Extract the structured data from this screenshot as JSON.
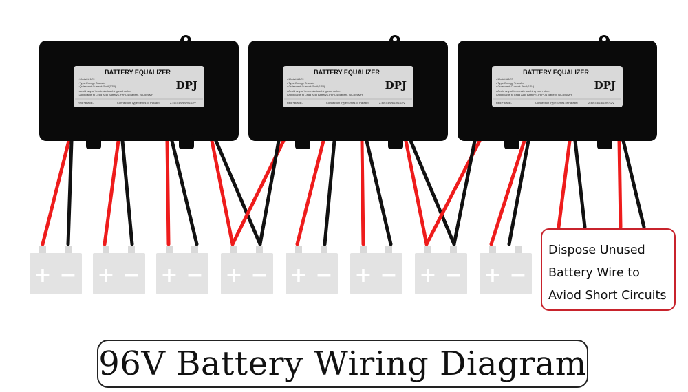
{
  "equalizers": [
    {
      "title": "BATTERY EQUALIZER",
      "brand": "DPJ",
      "spec_lines": [
        "• Model:HA02",
        "• Type:Energy Transfer",
        "• Quiescent Current: 5mA(12V)"
      ],
      "warning_lines": [
        "• Avoid any of terminals touching each other",
        "• Applicable to Lead Acid Battery,LiFePO4 Battery, NiCd/NiMH"
      ],
      "footer_left": "Red:+Black:-",
      "footer_mid": "Connection Type:Series or Parallel",
      "footer_right": "2.4V/3.6V/6V/9V/12V"
    },
    {
      "title": "BATTERY EQUALIZER",
      "brand": "DPJ",
      "spec_lines": [
        "• Model:HA02",
        "• Type:Energy Transfer",
        "• Quiescent Current: 5mA(12V)"
      ],
      "warning_lines": [
        "• Avoid any of terminals touching each other",
        "• Applicable to Lead Acid Battery,LiFePO4 Battery, NiCd/NiMH"
      ],
      "footer_left": "Red:+Black:-",
      "footer_mid": "Connection Type:Series or Parallel",
      "footer_right": "2.4V/3.6V/6V/9V/12V"
    },
    {
      "title": "BATTERY EQUALIZER",
      "brand": "DPJ",
      "spec_lines": [
        "• Model:HA02",
        "• Type:Energy Transfer",
        "• Quiescent Current: 5mA(12V)"
      ],
      "warning_lines": [
        "• Avoid any of terminals touching each other",
        "• Applicable to Lead Acid Battery,LiFePO4 Battery, NiCd/NiMH"
      ],
      "footer_left": "Red:+Black:-",
      "footer_mid": "Connection Type:Series or Parallel",
      "footer_right": "2.4V/3.6V/6V/9V/12V"
    }
  ],
  "batteries": [
    {
      "plus": "+",
      "minus": "−"
    },
    {
      "plus": "+",
      "minus": "−"
    },
    {
      "plus": "+",
      "minus": "−"
    },
    {
      "plus": "+",
      "minus": "−"
    },
    {
      "plus": "+",
      "minus": "−"
    },
    {
      "plus": "+",
      "minus": "−"
    },
    {
      "plus": "+",
      "minus": "−"
    },
    {
      "plus": "+",
      "minus": "−"
    }
  ],
  "note": {
    "lines": [
      "Dispose Unused",
      "Battery Wire to",
      "Aviod Short Circuits"
    ]
  },
  "caption": "96V Battery Wiring Diagram",
  "colors": {
    "wire_positive": "#ee1c1c",
    "wire_negative": "#111111",
    "module_body": "#0a0a0a",
    "battery_body": "#e3e3e3",
    "note_border": "#c8232c"
  }
}
